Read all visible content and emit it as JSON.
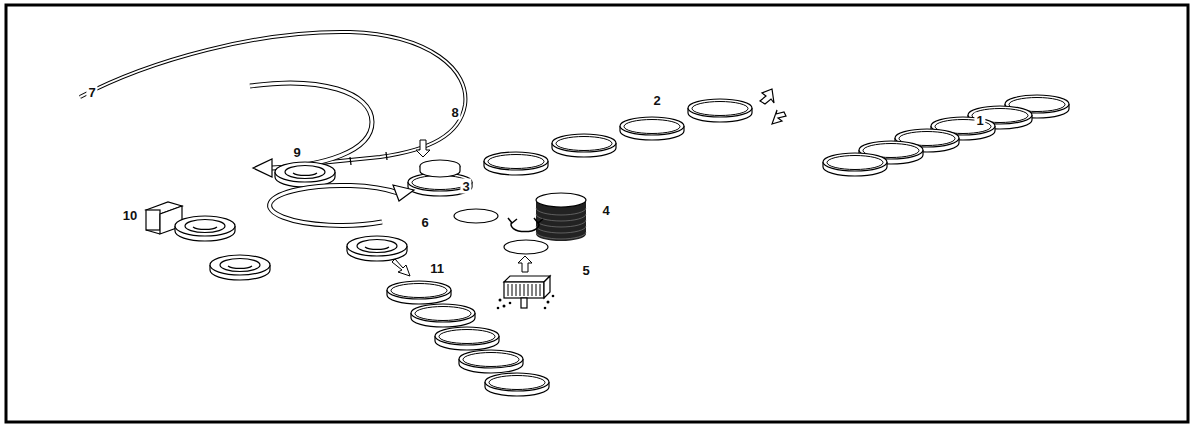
{
  "diagram": {
    "labels": [
      "7",
      "2",
      "8",
      "1",
      "9",
      "3",
      "4",
      "10",
      "6",
      "5",
      "11"
    ]
  }
}
